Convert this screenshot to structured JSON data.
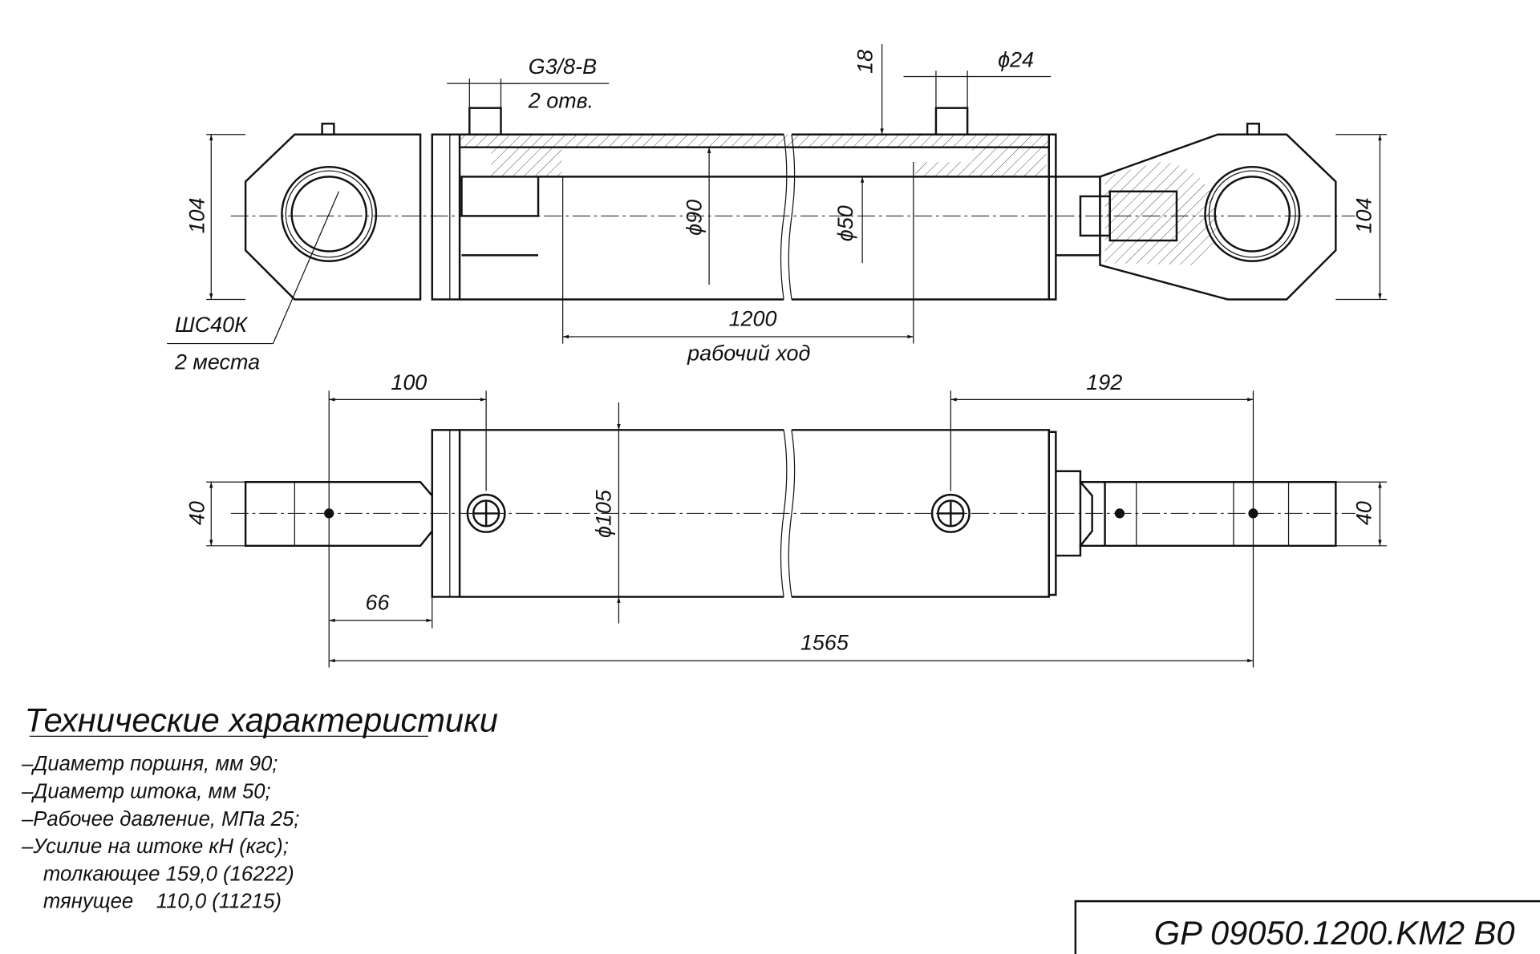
{
  "drawing": {
    "annotations": {
      "port_thread": "G3/8-B",
      "port_count": "2 отв.",
      "dim_18": "18",
      "dim_d24": "ϕ24",
      "bearing": "ШС40К",
      "bearing_count": "2 места",
      "dim_104_left": "104",
      "dim_104_right": "104",
      "dim_d90": "ϕ90",
      "dim_d50": "ϕ50",
      "stroke_value": "1200",
      "stroke_label": "рабочий ход",
      "dim_100": "100",
      "dim_192": "192",
      "dim_40_left": "40",
      "dim_40_right": "40",
      "dim_d105": "ϕ105",
      "dim_66": "66",
      "dim_1565": "1565"
    }
  },
  "specs": {
    "title": "Технические характеристики",
    "lines": [
      "–Диаметр поршня, мм 90;",
      "–Диаметр штока, мм 50;",
      "–Рабочее давление,  МПа 25;",
      "–Усилие на штоке кН (кгс);",
      "толкающее  159,0 (16222)",
      "тянущее    110,0 (11215)"
    ]
  },
  "title_block": {
    "designation": "GP 09050.1200.KM2 B0"
  }
}
